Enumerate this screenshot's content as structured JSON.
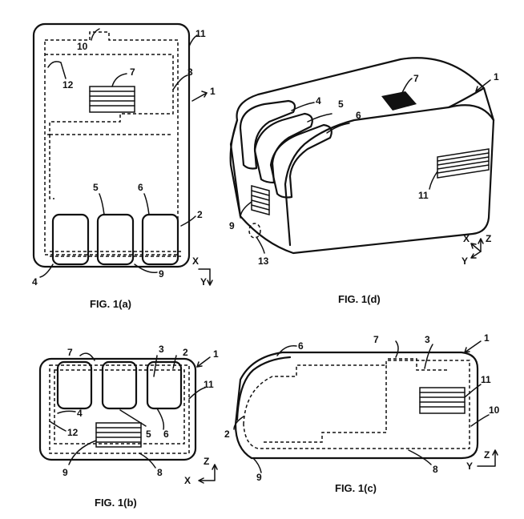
{
  "figures": {
    "fig1a": {
      "caption": "FIG. 1(a)",
      "refs": {
        "r1": "1",
        "r2": "2",
        "r3": "3",
        "r4": "4",
        "r5": "5",
        "r6": "6",
        "r7": "7",
        "r9": "9",
        "r10": "10",
        "r11": "11",
        "r12": "12"
      },
      "axes": {
        "a": "X",
        "b": "Y"
      }
    },
    "fig1b": {
      "caption": "FIG. 1(b)",
      "refs": {
        "r1": "1",
        "r2": "2",
        "r3": "3",
        "r4": "4",
        "r5": "5",
        "r6": "6",
        "r7": "7",
        "r8": "8",
        "r9": "9",
        "r11": "11",
        "r12": "12"
      },
      "axes": {
        "a": "Z",
        "b": "X"
      }
    },
    "fig1c": {
      "caption": "FIG. 1(c)",
      "refs": {
        "r1": "1",
        "r2": "2",
        "r3": "3",
        "r6": "6",
        "r7": "7",
        "r8": "8",
        "r9": "9",
        "r10": "10",
        "r11": "11"
      },
      "axes": {
        "a": "Z",
        "b": "Y"
      }
    },
    "fig1d": {
      "caption": "FIG. 1(d)",
      "refs": {
        "r1": "1",
        "r4": "4",
        "r5": "5",
        "r6": "6",
        "r7": "7",
        "r9": "9",
        "r11": "11",
        "r13": "13"
      },
      "axes": {
        "a": "X",
        "b": "Z",
        "c": "Y"
      }
    }
  }
}
